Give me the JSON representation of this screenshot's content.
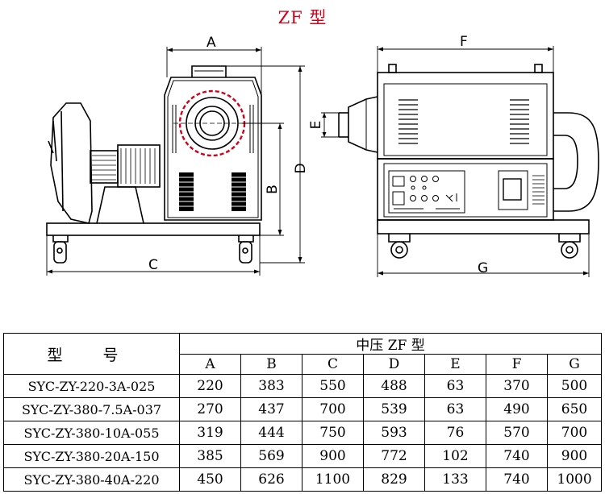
{
  "title": "ZF 型",
  "figure": {
    "left_view_labels": {
      "A": "A",
      "B": "B",
      "C": "C",
      "D": "D"
    },
    "right_view_labels": {
      "E": "E",
      "F": "F",
      "G": "G"
    }
  },
  "table": {
    "model_header": "型 号",
    "group_header": "中压 ZF 型",
    "columns": [
      "A",
      "B",
      "C",
      "D",
      "E",
      "F",
      "G"
    ],
    "rows": [
      {
        "model": "SYC-ZY-220-3A-025",
        "values": [
          "220",
          "383",
          "550",
          "488",
          "63",
          "370",
          "500"
        ]
      },
      {
        "model": "SYC-ZY-380-7.5A-037",
        "values": [
          "270",
          "437",
          "700",
          "539",
          "63",
          "490",
          "650"
        ]
      },
      {
        "model": "SYC-ZY-380-10A-055",
        "values": [
          "319",
          "444",
          "750",
          "593",
          "76",
          "570",
          "700"
        ]
      },
      {
        "model": "SYC-ZY-380-20A-150",
        "values": [
          "385",
          "569",
          "900",
          "772",
          "102",
          "740",
          "900"
        ]
      },
      {
        "model": "SYC-ZY-380-40A-220",
        "values": [
          "450",
          "626",
          "1100",
          "829",
          "133",
          "740",
          "1000"
        ]
      }
    ]
  },
  "colors": {
    "title": "#d0021b",
    "ring": "#d0021b",
    "line": "#000000"
  }
}
